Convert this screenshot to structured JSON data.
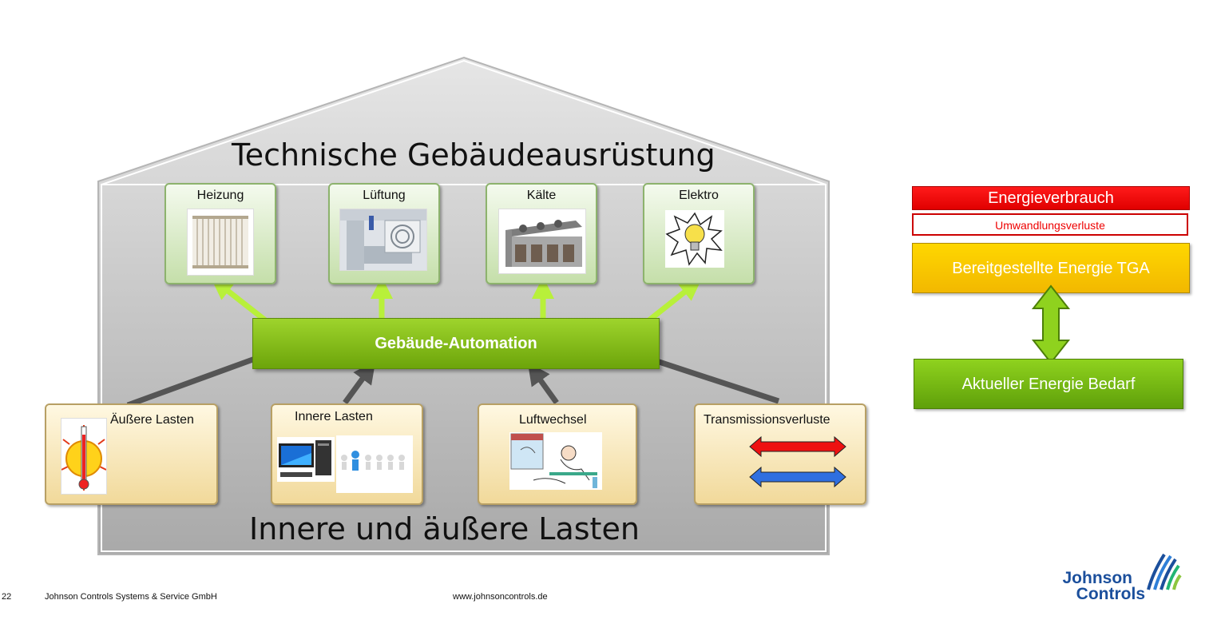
{
  "diagram": {
    "title_top": "Technische Gebäudeausrüstung",
    "title_bottom": "Innere und äußere Lasten",
    "automation_label": "Gebäude-Automation",
    "systems": [
      {
        "label": "Heizung",
        "icon": "radiator-image"
      },
      {
        "label": "Lüftung",
        "icon": "ventilation-duct-image"
      },
      {
        "label": "Kälte",
        "icon": "chiller-image"
      },
      {
        "label": "Elektro",
        "icon": "light-bulb-image"
      }
    ],
    "loads": [
      {
        "label": "Äußere Lasten",
        "icon": "sun-thermometer-image"
      },
      {
        "label": "Innere Lasten",
        "icon": "computer-people-image"
      },
      {
        "label": "Luftwechsel",
        "icon": "open-window-image"
      },
      {
        "label": "Transmissionsverluste",
        "icon": "double-arrows-image"
      }
    ],
    "arrow_colors": {
      "up": "#b8f03a",
      "in": "#555555",
      "red": "#ee1111",
      "blue": "#2f6fe0"
    }
  },
  "energy": {
    "verbrauch": "Energieverbrauch",
    "umwandlung": "Umwandlungsverluste",
    "bereitgestellt": "Bereitgestellte Energie TGA",
    "bedarf": "Aktueller Energie Bedarf",
    "colors": {
      "red": "#ff1a1a",
      "yellow": "#ffd700",
      "green": "#7cc41a"
    }
  },
  "footer": {
    "page": "22",
    "company": "Johnson Controls Systems & Service GmbH",
    "website": "www.johnsoncontrols.de"
  },
  "logo": {
    "line1": "Johnson",
    "line2": "Controls"
  }
}
